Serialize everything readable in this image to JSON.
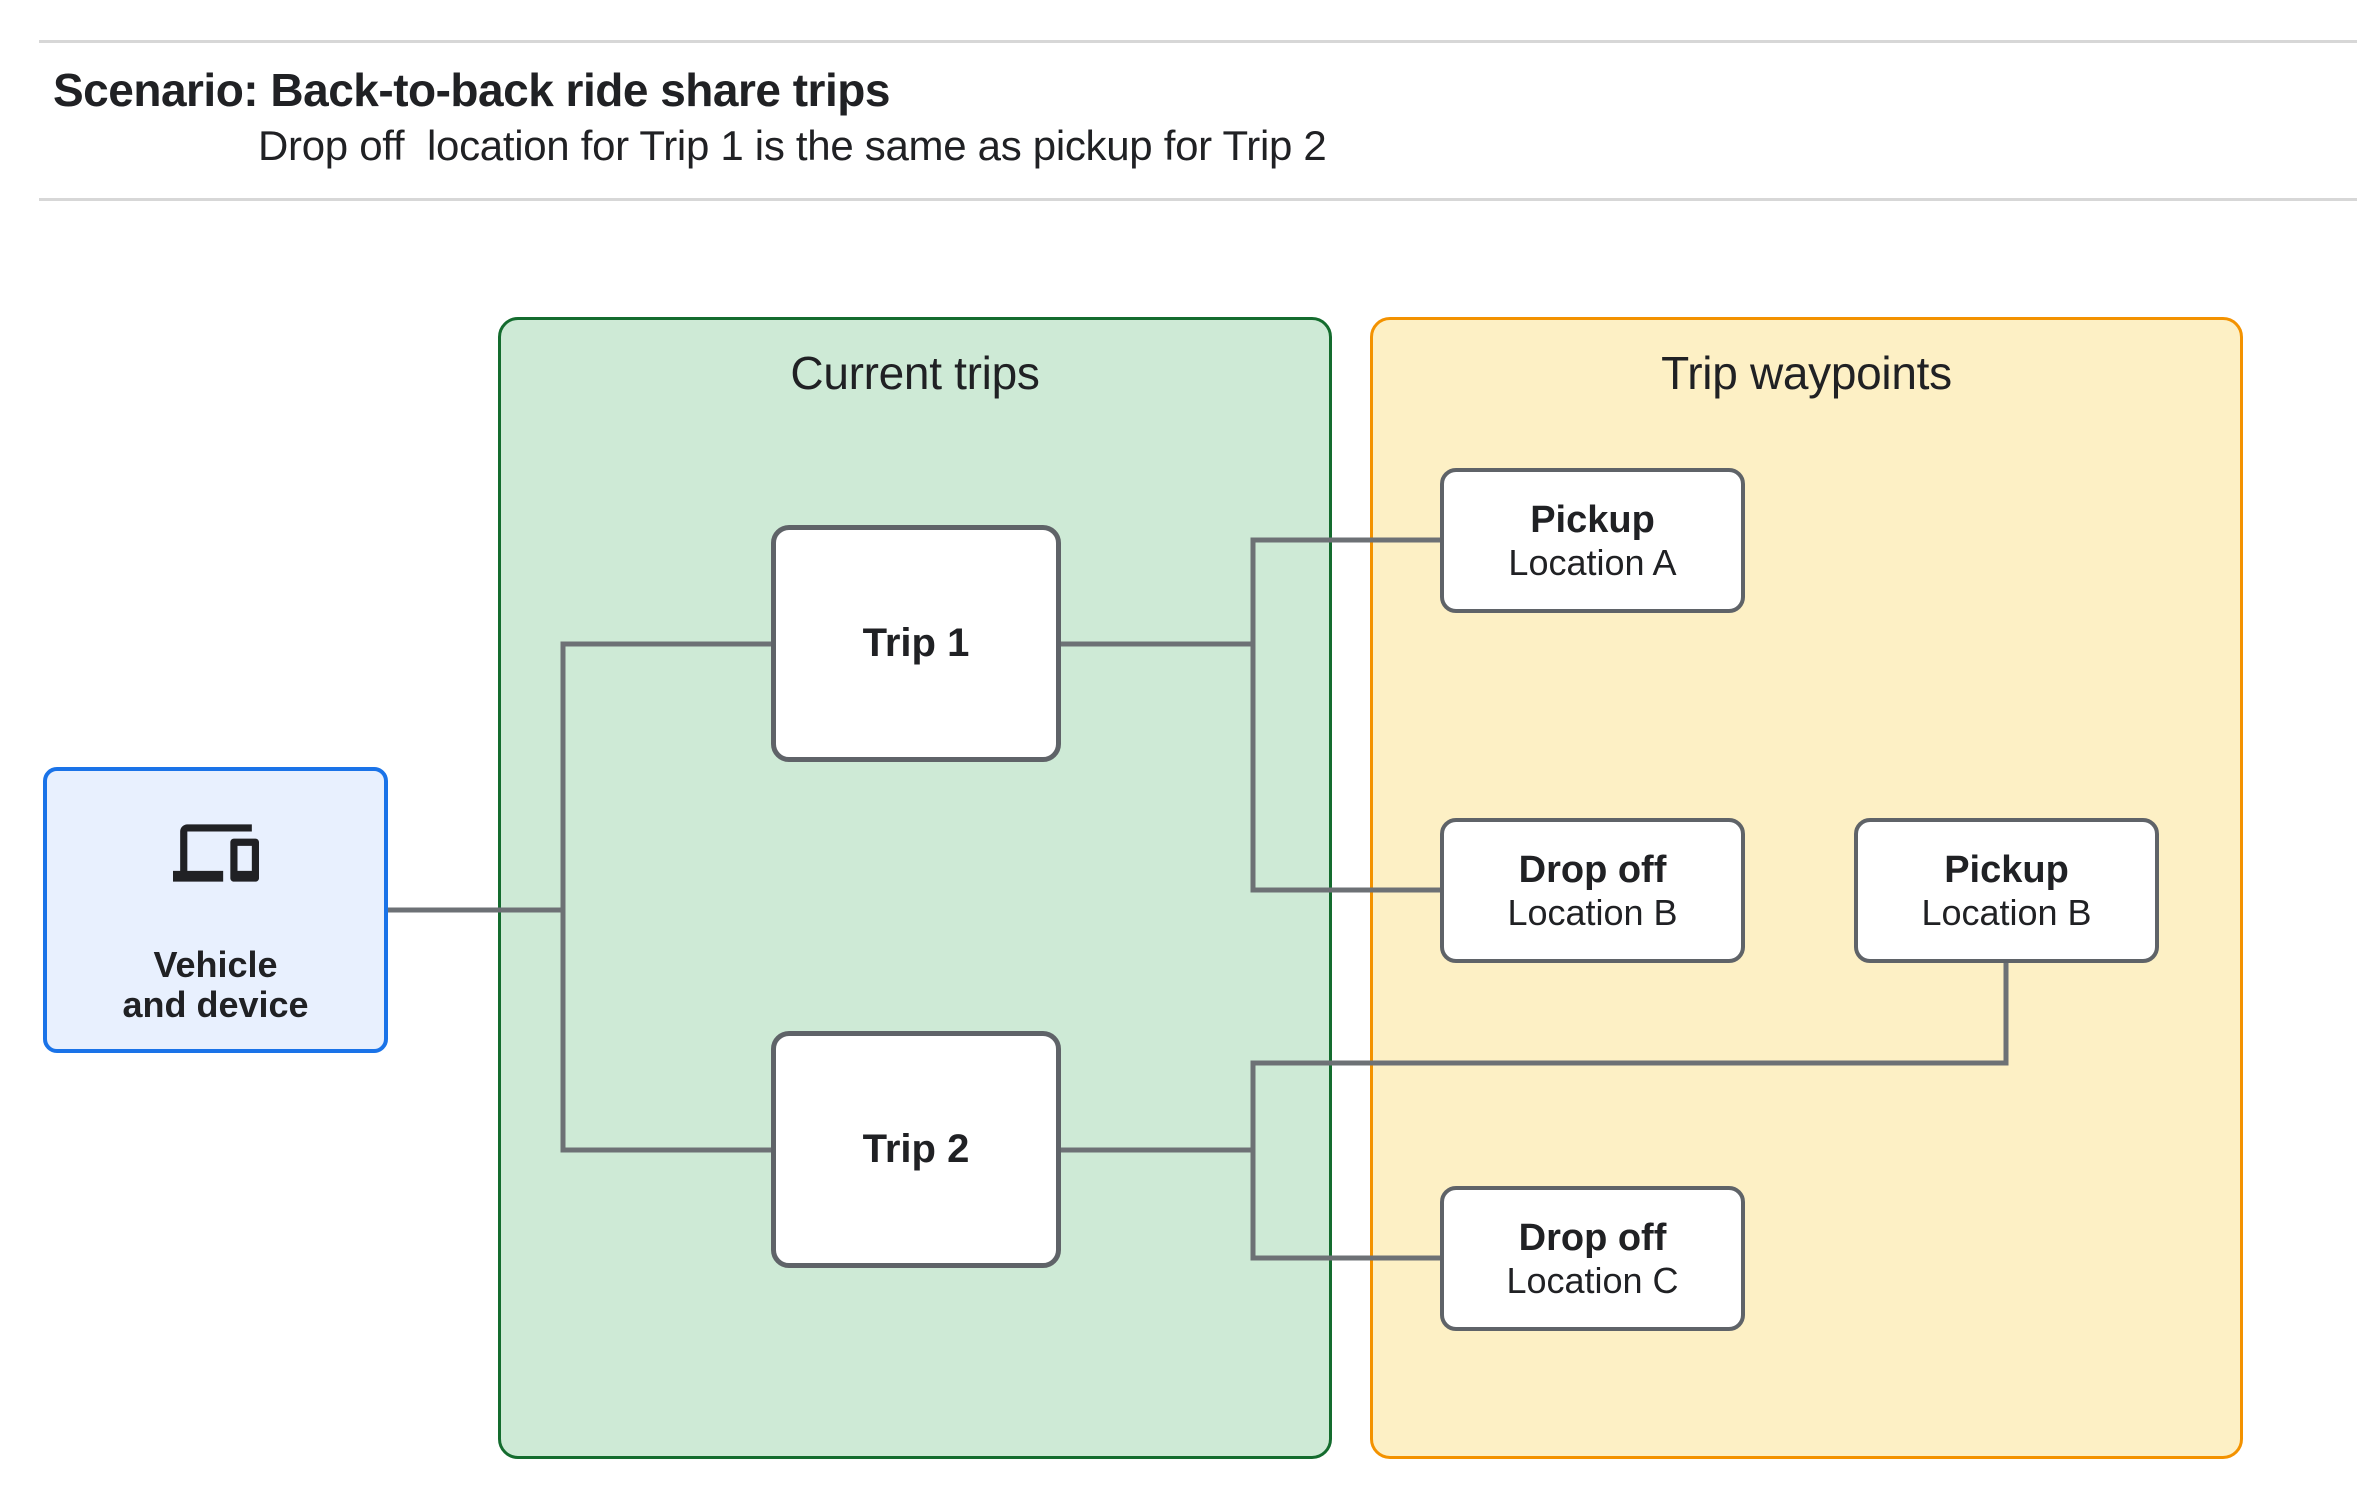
{
  "header": {
    "title": "Scenario: Back-to-back ride share trips",
    "subtitle": "Drop off  location for Trip 1 is the same as pickup for Trip 2"
  },
  "vehicle_node": {
    "icon": "devices-icon",
    "label_line1": "Vehicle",
    "label_line2": "and device"
  },
  "groups": {
    "current_trips": {
      "title": "Current trips"
    },
    "trip_waypoints": {
      "title": "Trip waypoints"
    }
  },
  "trips": [
    {
      "label": "Trip 1"
    },
    {
      "label": "Trip 2"
    }
  ],
  "waypoints": [
    {
      "title": "Pickup",
      "subtitle": "Location A"
    },
    {
      "title": "Drop off",
      "subtitle": "Location B"
    },
    {
      "title": "Pickup",
      "subtitle": "Location B"
    },
    {
      "title": "Drop off",
      "subtitle": "Location C"
    }
  ],
  "edges": [
    {
      "from": "vehicle-and-device",
      "to": "trip-1"
    },
    {
      "from": "vehicle-and-device",
      "to": "trip-2"
    },
    {
      "from": "trip-1",
      "to": "pickup-location-a"
    },
    {
      "from": "trip-1",
      "to": "drop-off-location-b"
    },
    {
      "from": "trip-2",
      "to": "pickup-location-b"
    },
    {
      "from": "trip-2",
      "to": "drop-off-location-c"
    }
  ],
  "colors": {
    "vehicle_fill": "#e8f0fe",
    "vehicle_border": "#1a73e8",
    "current_trips_fill": "#ceead6",
    "current_trips_border": "#146c2e",
    "trip_waypoints_fill": "#fdf0c5",
    "trip_waypoints_border": "#f39200",
    "node_border": "#5f6368",
    "connector": "#6d7175",
    "text": "#202124",
    "divider": "#d7d7d7"
  }
}
